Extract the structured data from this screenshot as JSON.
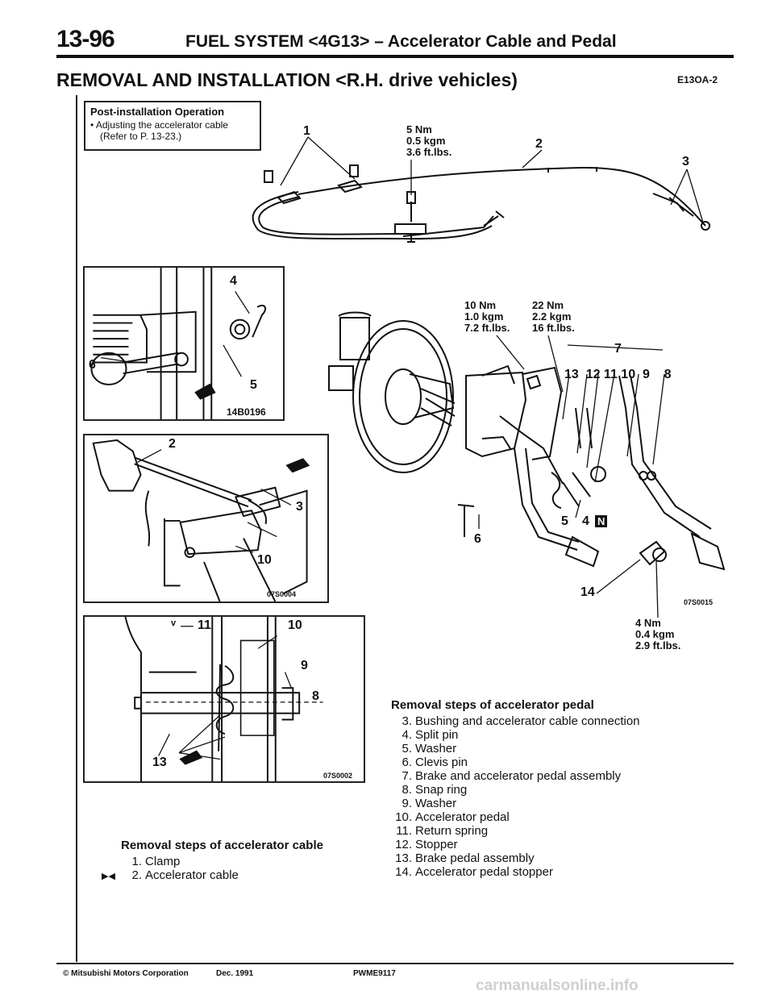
{
  "header": {
    "page_number": "13-96",
    "title": "FUEL SYSTEM <4G13> – Accelerator Cable and Pedal"
  },
  "section": {
    "title": "REMOVAL AND INSTALLATION <R.H. drive vehicles)",
    "code": "E13OA-2"
  },
  "post_installation": {
    "title": "Post-installation Operation",
    "item": "•  Adjusting the accelerator cable",
    "ref": "(Refer to P. 13-23.)"
  },
  "figure_top": {
    "labels": {
      "clamp": "1",
      "cable": "2",
      "bushing": "3"
    },
    "torque": {
      "nm": "5 Nm",
      "kgm": "0.5 kgm",
      "ftlbs": "3.6 ft.lbs."
    }
  },
  "figure_clevis": {
    "labels": {
      "split_pin": "4",
      "washer": "5",
      "clevis_pin": "6"
    },
    "code": "14B0196"
  },
  "figure_bushing": {
    "labels": {
      "cable": "2",
      "bushing": "3",
      "pedal": "10"
    },
    "code": "07S0004"
  },
  "figure_spring": {
    "labels": {
      "spring": "11",
      "pedal": "10",
      "washer": "9",
      "snap_ring": "8",
      "brake": "13",
      "mark": "v"
    },
    "code": "07S0002"
  },
  "figure_main": {
    "torque_left": {
      "nm": "10 Nm",
      "kgm": "1.0 kgm",
      "ftlbs": "7.2 ft.lbs."
    },
    "torque_right": {
      "nm": "22 Nm",
      "kgm": "2.2 kgm",
      "ftlbs": "16 ft.lbs."
    },
    "torque_bottom": {
      "nm": "4 Nm",
      "kgm": "0.4 kgm",
      "ftlbs": "2.9 ft.lbs."
    },
    "labels": {
      "assembly": "7",
      "group": "13  12 11 10  9    8",
      "clevis_pin": "6",
      "washer": "5",
      "split_pin": "4",
      "n_mark": "N",
      "stopper": "14"
    },
    "code": "07S0015"
  },
  "steps_cable": {
    "title": "Removal steps of accelerator cable",
    "items": [
      {
        "num": "1.",
        "text": "Clamp",
        "mark": ""
      },
      {
        "num": "2.",
        "text": "Accelerator cable",
        "mark": "▶◀"
      }
    ]
  },
  "steps_pedal": {
    "title": "Removal steps of accelerator pedal",
    "items": [
      {
        "num": "3.",
        "text": "Bushing and accelerator cable connection"
      },
      {
        "num": "4.",
        "text": "Split pin"
      },
      {
        "num": "5.",
        "text": "Washer"
      },
      {
        "num": "6.",
        "text": "Clevis pin"
      },
      {
        "num": "7.",
        "text": "Brake and accelerator pedal assembly"
      },
      {
        "num": "8.",
        "text": "Snap ring"
      },
      {
        "num": "9.",
        "text": "Washer"
      },
      {
        "num": "10.",
        "text": "Accelerator pedal"
      },
      {
        "num": "11.",
        "text": "Return spring"
      },
      {
        "num": "12.",
        "text": "Stopper"
      },
      {
        "num": "13.",
        "text": "Brake pedal assembly"
      },
      {
        "num": "14.",
        "text": "Accelerator pedal stopper"
      }
    ]
  },
  "footer": {
    "copyright": "© Mitsubishi Motors Corporation",
    "date": "Dec. 1991",
    "pub_code": "PWME9117",
    "watermark": "carmanualsonline.info"
  }
}
